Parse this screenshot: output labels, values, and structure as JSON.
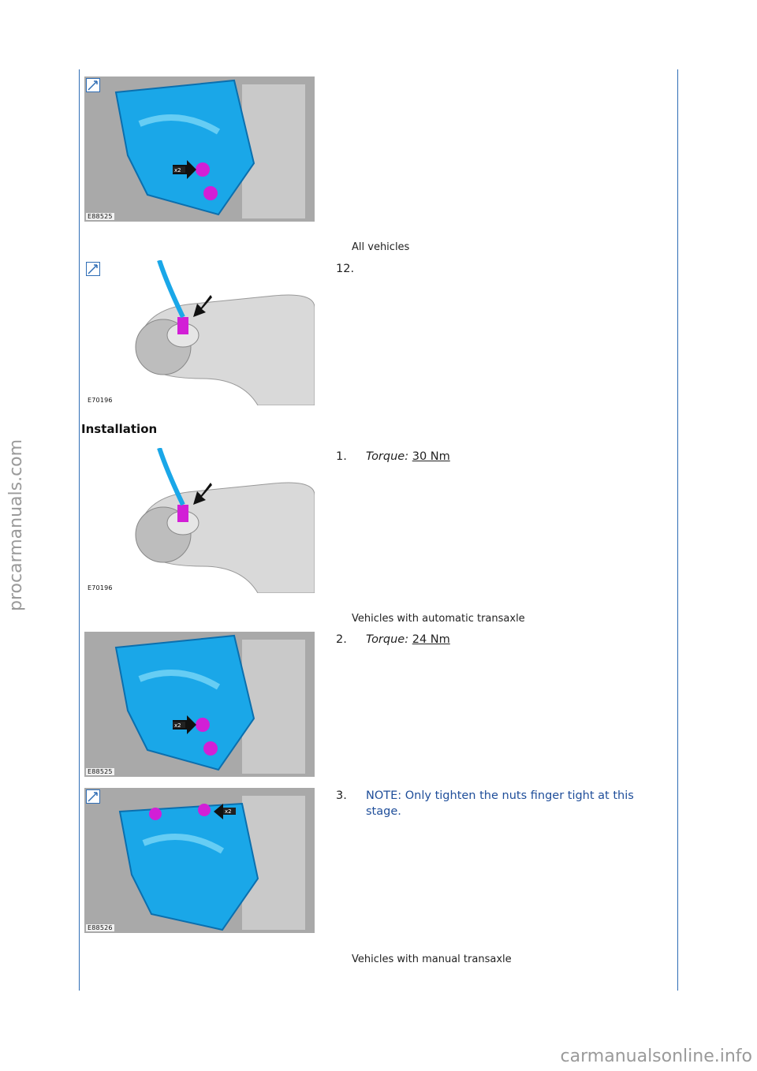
{
  "figures": [
    {
      "id": "E88525",
      "kind": "heat-shield"
    },
    {
      "id": "E70196",
      "kind": "exhaust-sensor"
    },
    {
      "id": "E70196",
      "kind": "exhaust-sensor"
    },
    {
      "id": "E88525",
      "kind": "heat-shield"
    },
    {
      "id": "E88526",
      "kind": "heat-shield-top"
    }
  ],
  "callout_x2": "x2",
  "captions": {
    "all_vehicles": "All vehicles",
    "automatic": "Vehicles with automatic transaxle",
    "manual": "Vehicles with manual transaxle"
  },
  "removal_step": {
    "number": "12."
  },
  "section_heading": "Installation",
  "steps": [
    {
      "number": "1.",
      "torque_label": "Torque:",
      "torque_value": "30 Nm"
    },
    {
      "number": "2.",
      "torque_label": "Torque:",
      "torque_value": "24 Nm"
    },
    {
      "number": "3.",
      "note": "NOTE: Only tighten the nuts finger tight at this stage."
    }
  ],
  "watermarks": {
    "side": "procarmanuals.com",
    "bottom": "carmanualsonline.info"
  },
  "colors": {
    "rule_line": "#2f6db5",
    "note_text": "#1f4e9a",
    "shield_blue": "#1aa7e8",
    "nut_magenta": "#d21fd6"
  },
  "icons": {
    "zoom": "zoom-in-icon",
    "arrow": "arrow-callout-icon"
  }
}
